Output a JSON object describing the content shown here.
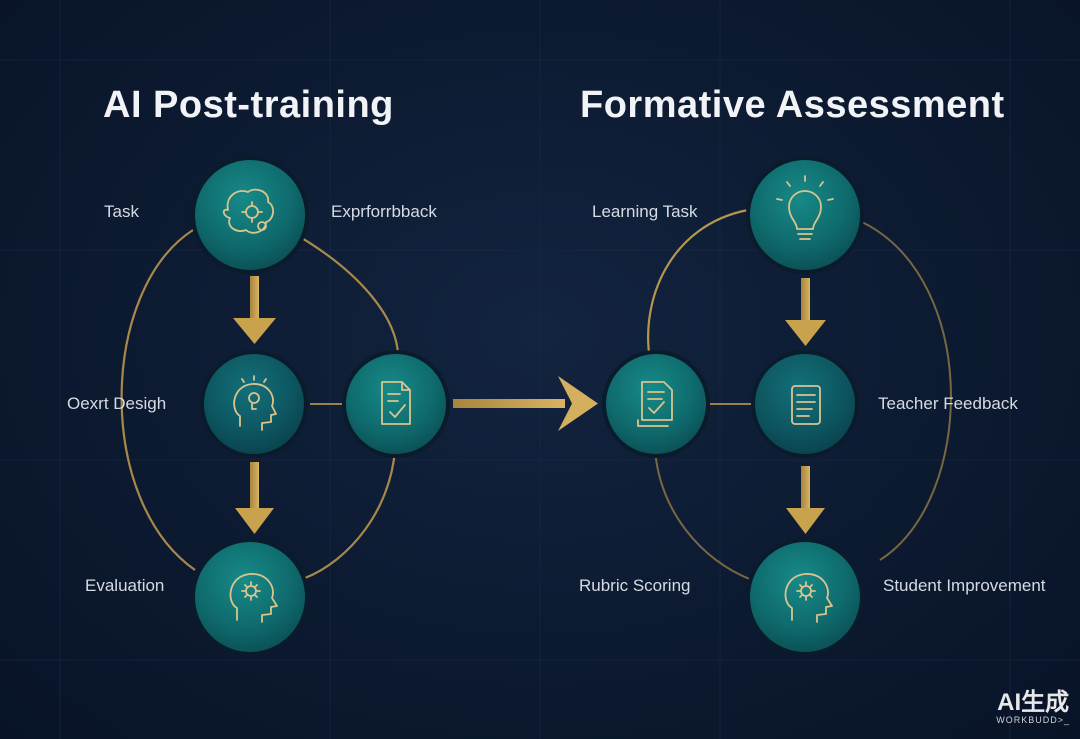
{
  "left_panel": {
    "title": "AI Post-training",
    "labels": {
      "task": "Task",
      "expert_feedback": "Exprforrbback",
      "expert_design": "Oexrt Desigh",
      "evaluation": "Evaluation"
    }
  },
  "right_panel": {
    "title": "Formative Assessment",
    "labels": {
      "learning_task": "Learning Task",
      "teacher_feedback": "Teacher Feedback",
      "rubric_scoring": "Rubric Scoring",
      "student_improvement": "Student Improvement"
    }
  },
  "watermark": {
    "main": "AI生成",
    "sub": "WORKBUDD>_"
  },
  "colors": {
    "background": "#0c1a31",
    "node_teal": "#0f6a6c",
    "arrow_gold": "#c9a24e",
    "loop_gold": "#b8954c",
    "icon_gold": "#d9c48e"
  },
  "icons": {
    "left_top": "brain-gears-icon",
    "left_middle": "head-lightbulb-icon",
    "left_right": "document-check-icon",
    "left_bottom": "head-gear-icon",
    "right_top": "lightbulb-icon",
    "right_left": "document-check-icon",
    "right_middle": "document-lines-icon",
    "right_bottom": "head-gear-icon"
  }
}
